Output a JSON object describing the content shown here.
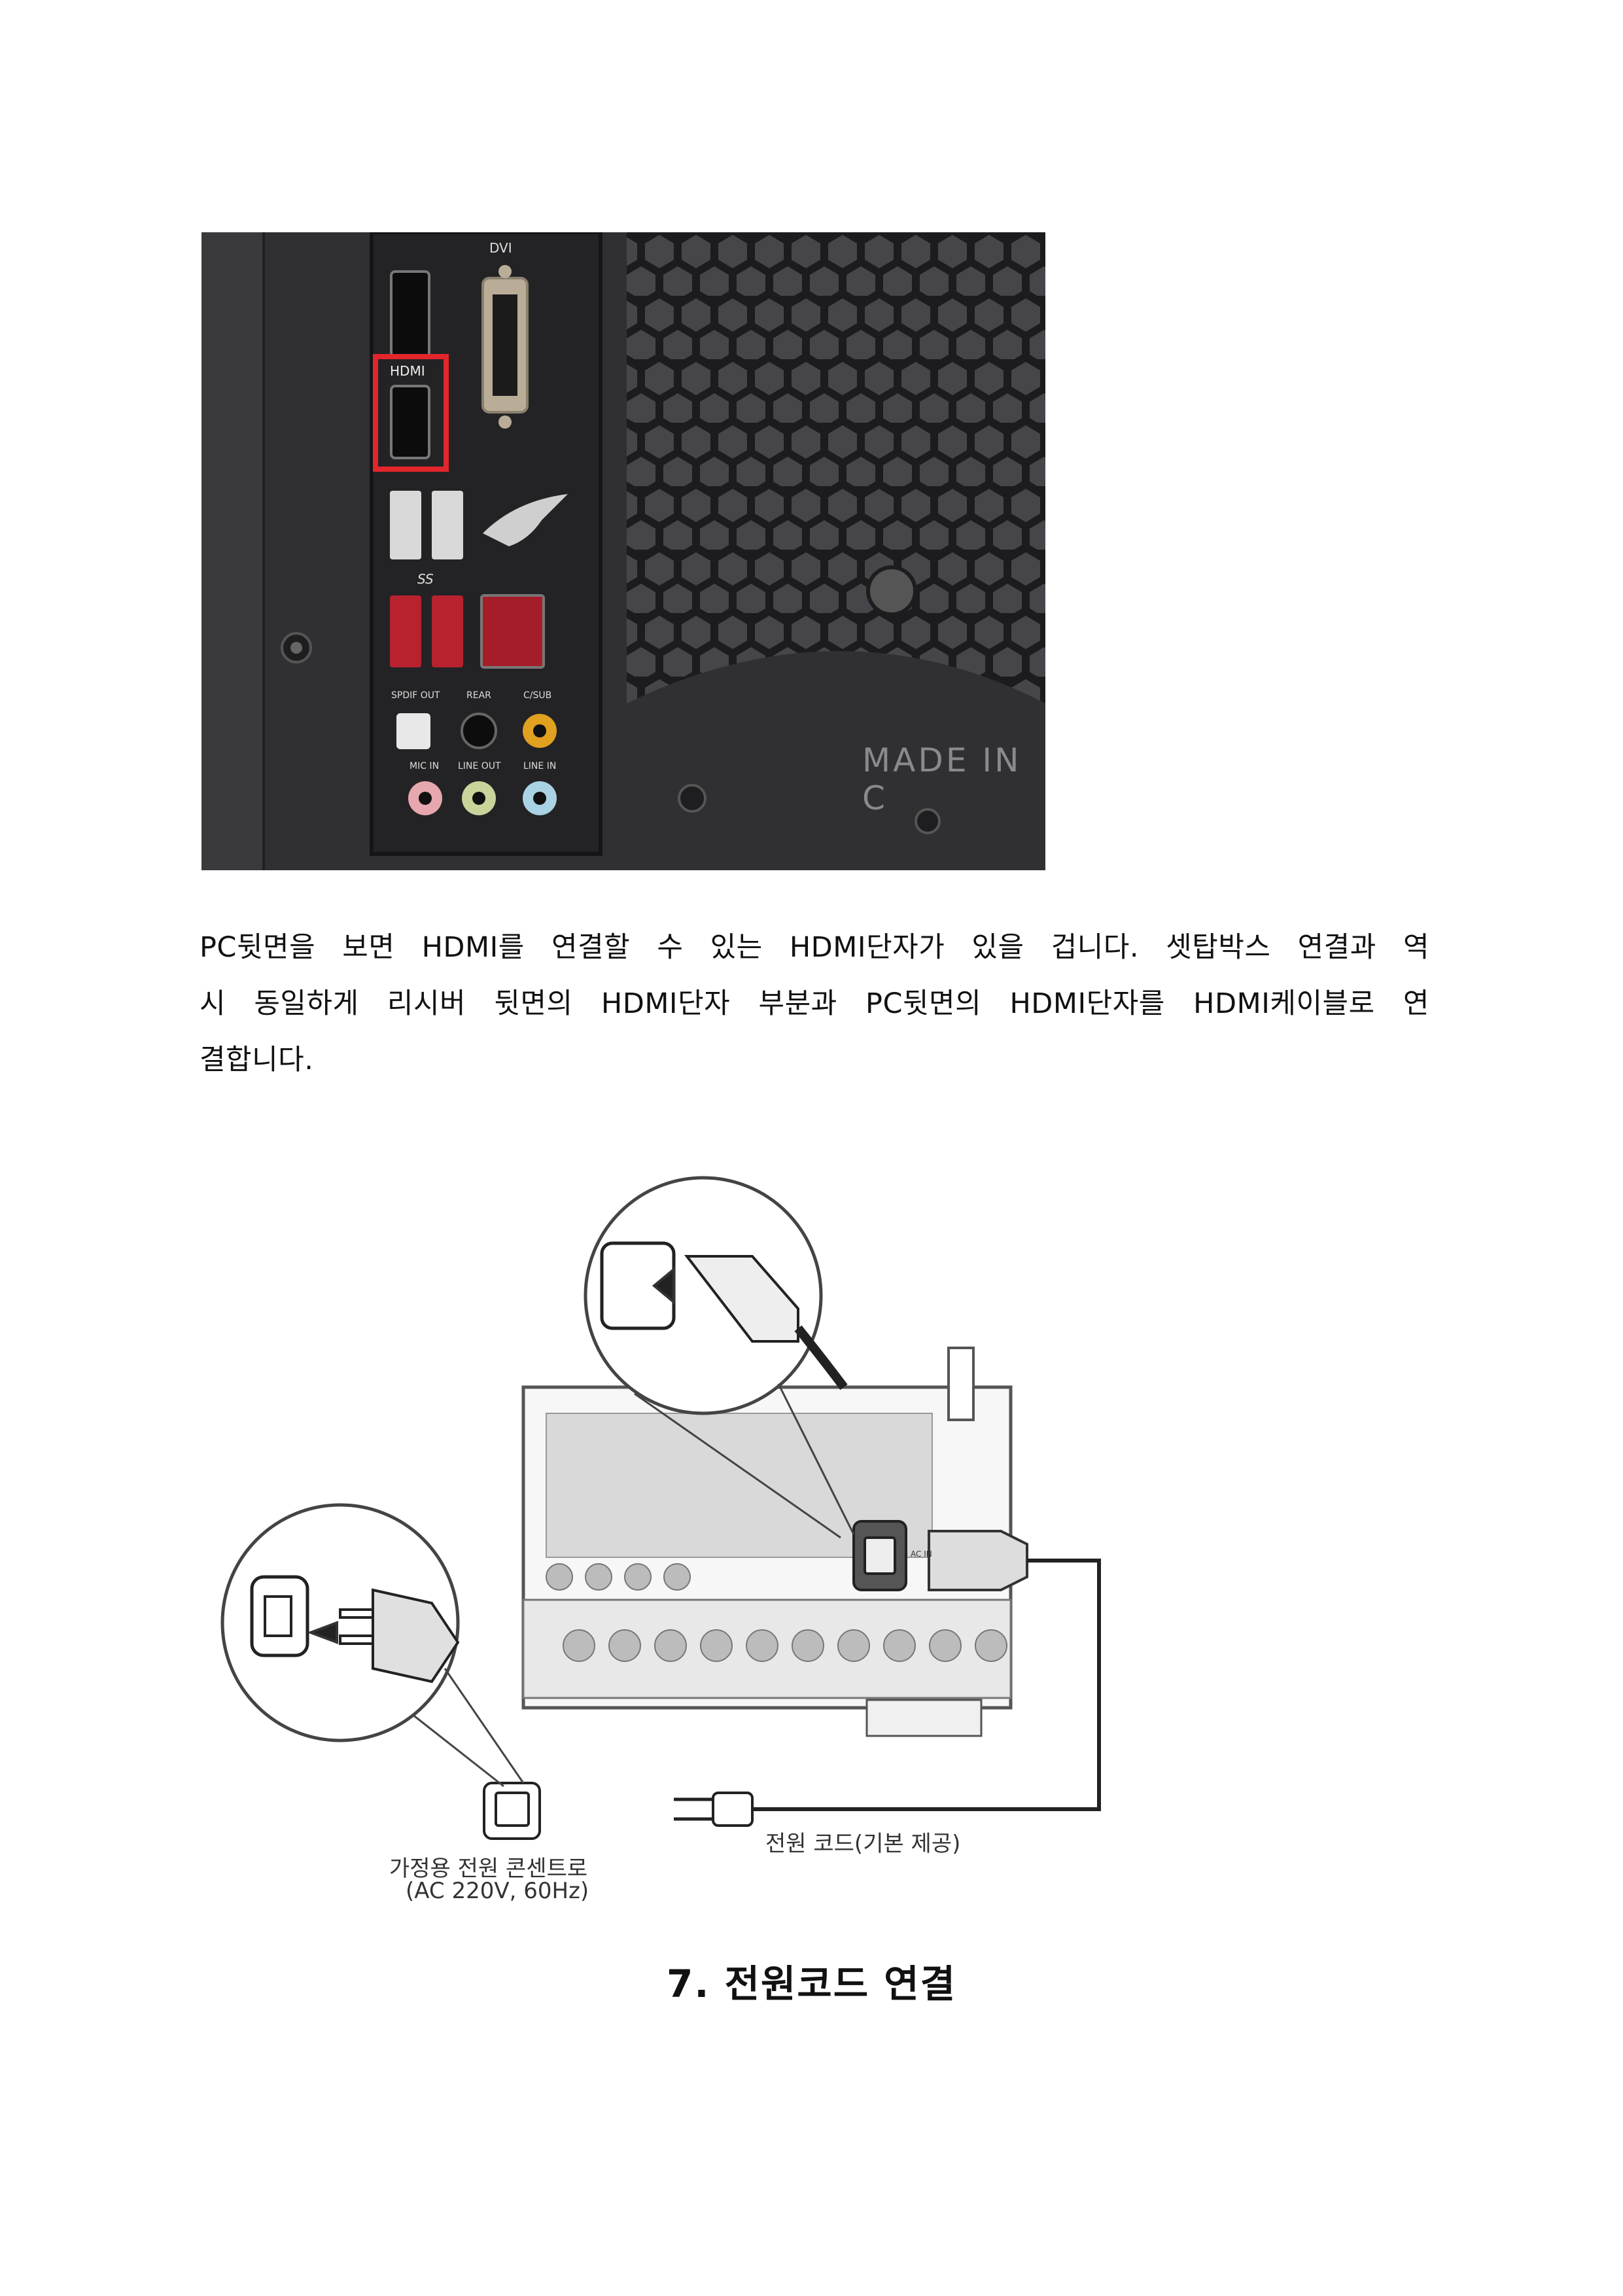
{
  "photo_labels": {
    "dvi": "DVI",
    "hdmi": "HDMI",
    "ss10": "SS",
    "spdif_out": "SPDIF OUT",
    "rear": "REAR",
    "csub": "C/SUB",
    "mic_in": "MIC IN",
    "line_out": "LINE OUT",
    "line_in": "LINE IN",
    "made_in": "MADE IN C"
  },
  "paragraph": {
    "line1": " PC뒷면을 보면 HDMI를 연결할 수 있는 HDMI단자가 있을 겁니다. 셋탑박스 연결과 역",
    "line2": "시 동일하게 리시버 뒷면의 HDMI단자 부분과 PC뒷면의 HDMI단자를 HDMI케이블로 연",
    "line3": "결합니다."
  },
  "diagram": {
    "cord_label": "전원 코드(기본 제공)",
    "outlet_label_line1": "가정용 전원 콘센트로",
    "outlet_label_line2": "(AC 220V, 60Hz)",
    "ac_in": "AC IN"
  },
  "heading": "7. 전원코드 연결",
  "colors": {
    "highlight": "#e3262b",
    "panel": "#2b2b2d",
    "text": "#111111"
  }
}
